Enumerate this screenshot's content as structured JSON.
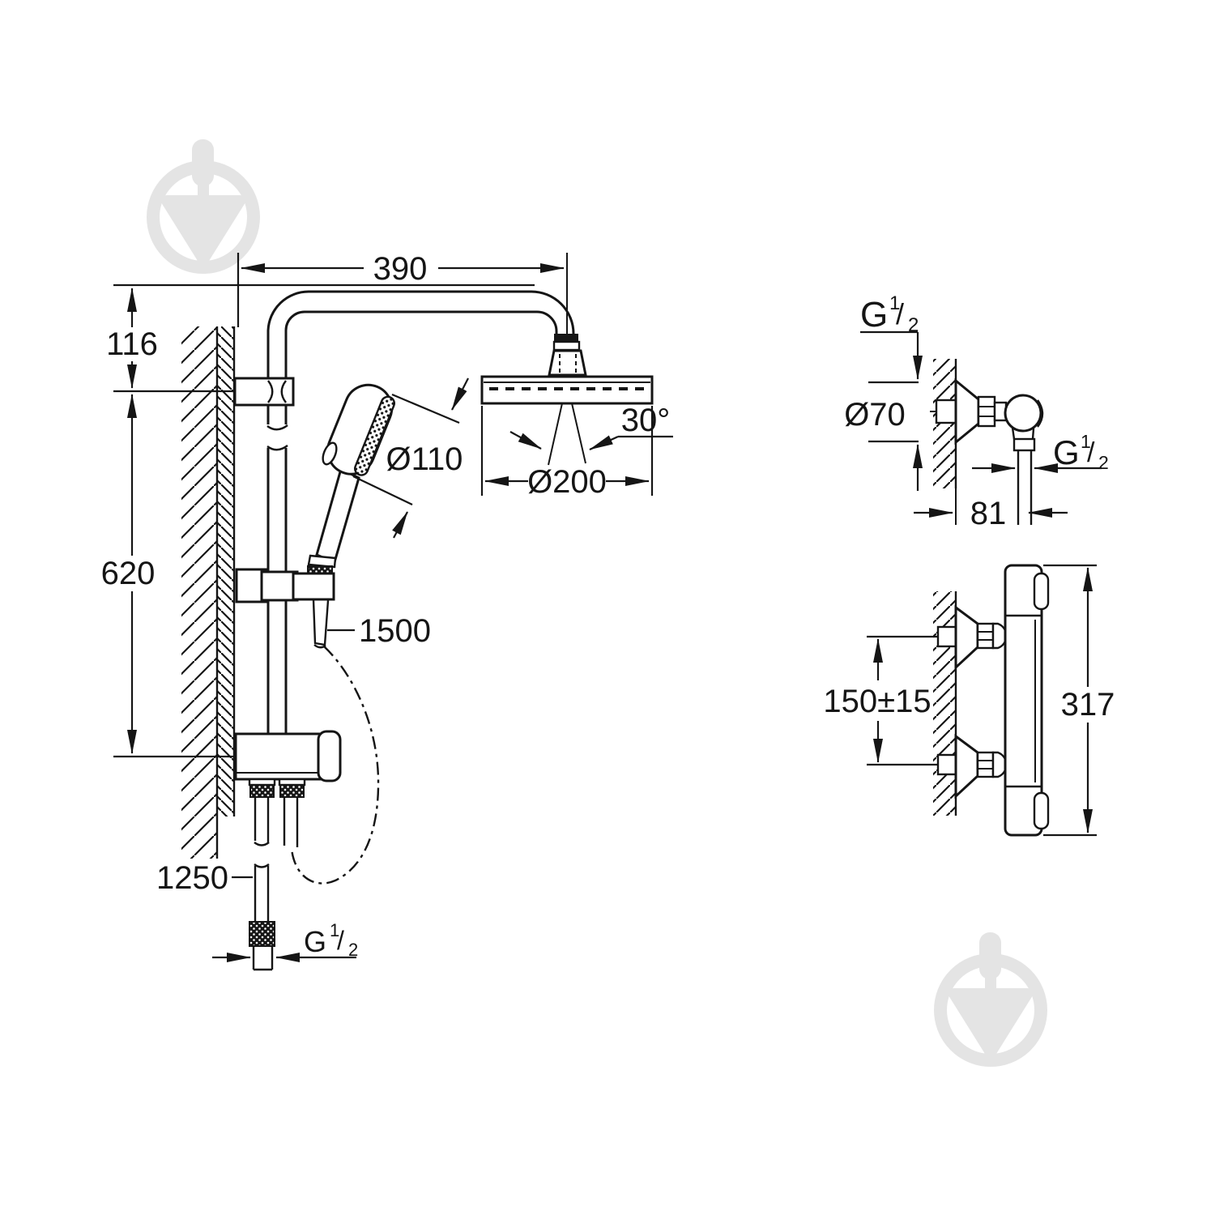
{
  "page": {
    "background": "#ffffff",
    "ink": "#151515",
    "watermark_color": "#e4e4e4",
    "description": "technical-installation-drawing-shower-system"
  },
  "main_view": {
    "name": "shower-column-front-view",
    "dims": {
      "arm_projection": "390",
      "head_drop": "116",
      "rail_length": "620",
      "hand_shower_diameter": "Ø110",
      "spray_angle": "30°",
      "head_shower_diameter": "Ø200",
      "shower_hose_length": "1500",
      "supply_hose_length": "1250",
      "supply_thread": {
        "letter": "G",
        "numerator": "1",
        "slash": "/",
        "denominator": "2"
      }
    }
  },
  "elbow_view": {
    "name": "wall-union-side-view",
    "dims": {
      "wall_thread": {
        "letter": "G",
        "numerator": "1",
        "slash": "/",
        "denominator": "2"
      },
      "escutcheon_diameter": "Ø70",
      "outlet_thread": {
        "letter": "G",
        "numerator": "1",
        "slash": "/",
        "denominator": "2"
      },
      "projection": "81"
    }
  },
  "thermostat_view": {
    "name": "thermostat-mixer-side-view",
    "dims": {
      "connection_spacing": "150±15",
      "body_height": "317"
    }
  }
}
